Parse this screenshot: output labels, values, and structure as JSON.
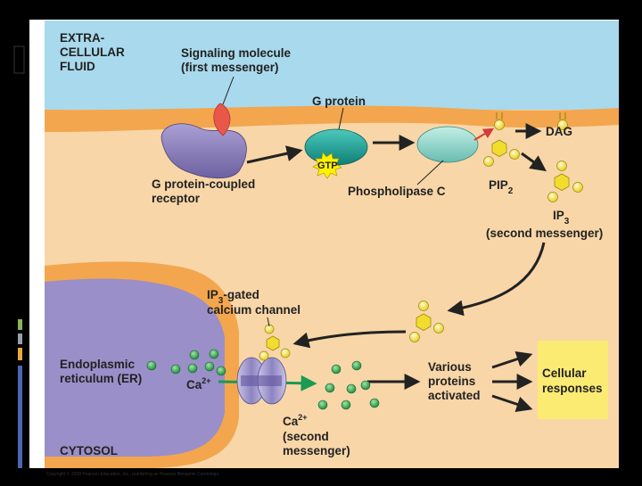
{
  "labels": {
    "extracellular_line1": "EXTRA-",
    "extracellular_line2": "CELLULAR",
    "extracellular_line3": "FLUID",
    "signaling_line1": "Signaling molecule",
    "signaling_line2": "(first messenger)",
    "g_protein": "G protein",
    "gtp": "GTP",
    "dag": "DAG",
    "receptor_line1": "G protein-coupled",
    "receptor_line2": "receptor",
    "phospholipase": "Phospholipase C",
    "pip": "PIP",
    "pip_sub": "2",
    "ip3": "IP",
    "ip3_sub": "3",
    "second_messenger_paren": "(second messenger)",
    "ip3_gated_line1_a": "IP",
    "ip3_gated_line1_sub": "3",
    "ip3_gated_line1_b": "-gated",
    "ip3_gated_line2": "calcium channel",
    "er_line1": "Endoplasmic",
    "er_line2": "reticulum (ER)",
    "ca_er": "Ca",
    "ca_er_sup": "2+",
    "various_line1": "Various",
    "various_line2": "proteins",
    "various_line3": "activated",
    "cellular_line1": "Cellular",
    "cellular_line2": "responses",
    "ca_bottom": "Ca",
    "ca_bottom_sup": "2+",
    "second_line1": "(second",
    "second_line2": "messenger)",
    "cytosol": "CYTOSOL",
    "copyright": "Copyright © 2008 Pearson Education, Inc., publishing as Pearson Benjamin Cummings."
  },
  "colors": {
    "extracellular": "#a9d9ec",
    "cytosol": "#f8d6a8",
    "membrane": "#f3a64e",
    "receptor": "#8a7db8",
    "signal": "#e8574a",
    "g_protein": "#1aa59a",
    "phospholipase": "#7fd0c4",
    "er": "#9a8fc8",
    "calcium": "#2aa84a",
    "ip3_ring": "#f2dd2e",
    "responses_box": "#fbeb73",
    "green_arrow": "#1a9a52"
  }
}
